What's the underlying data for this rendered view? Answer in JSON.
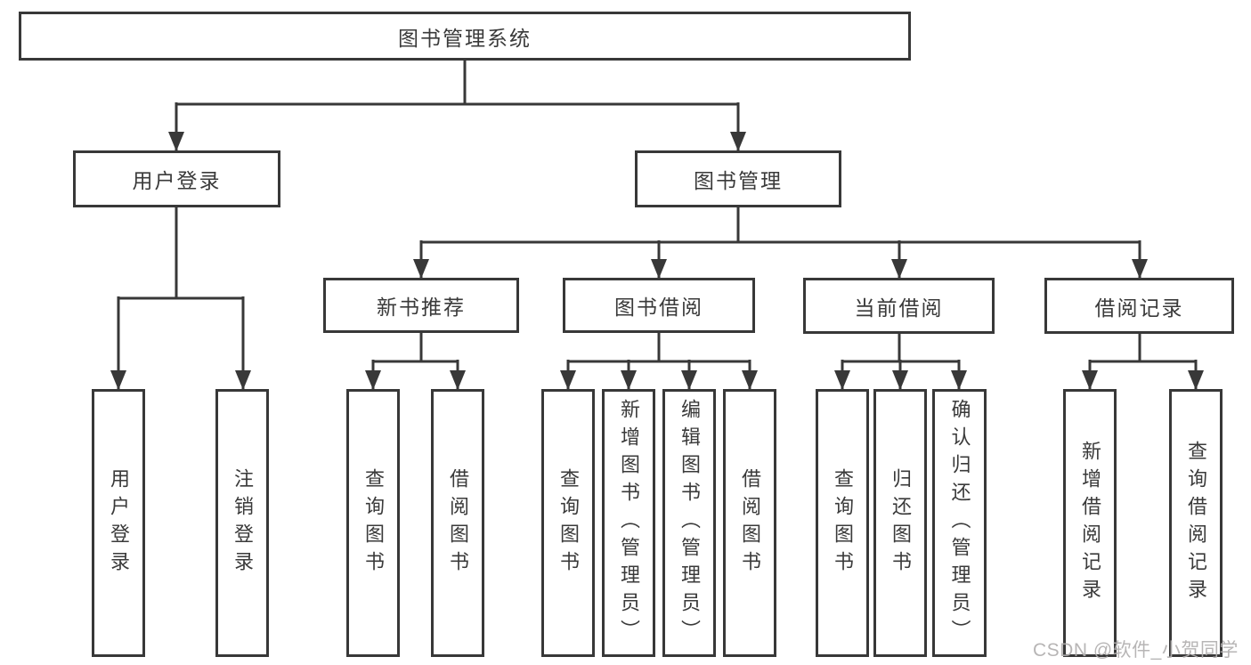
{
  "tree": {
    "label": "图书管理系统",
    "children": [
      {
        "label": "用户登录",
        "children": [
          {
            "label": "用户登录"
          },
          {
            "label": "注销登录"
          }
        ]
      },
      {
        "label": "图书管理",
        "children": [
          {
            "label": "新书推荐",
            "children": [
              {
                "label": "查询图书"
              },
              {
                "label": "借阅图书"
              }
            ]
          },
          {
            "label": "图书借阅",
            "children": [
              {
                "label": "查询图书"
              },
              {
                "label": "新增图书（管理员）"
              },
              {
                "label": "编辑图书（管理员）"
              },
              {
                "label": "借阅图书"
              }
            ]
          },
          {
            "label": "当前借阅",
            "children": [
              {
                "label": "查询图书"
              },
              {
                "label": "归还图书"
              },
              {
                "label": "确认归还（管理员）"
              }
            ]
          },
          {
            "label": "借阅记录",
            "children": [
              {
                "label": "新增借阅记录"
              },
              {
                "label": "查询借阅记录"
              }
            ]
          }
        ]
      }
    ]
  },
  "watermark": {
    "text": "CSDN @软件_小贺同学"
  },
  "colors": {
    "line": "#383838",
    "box_border": "#383838",
    "text": "#3a3a3a",
    "background": "#ffffff",
    "watermark": "#b1afaf"
  }
}
